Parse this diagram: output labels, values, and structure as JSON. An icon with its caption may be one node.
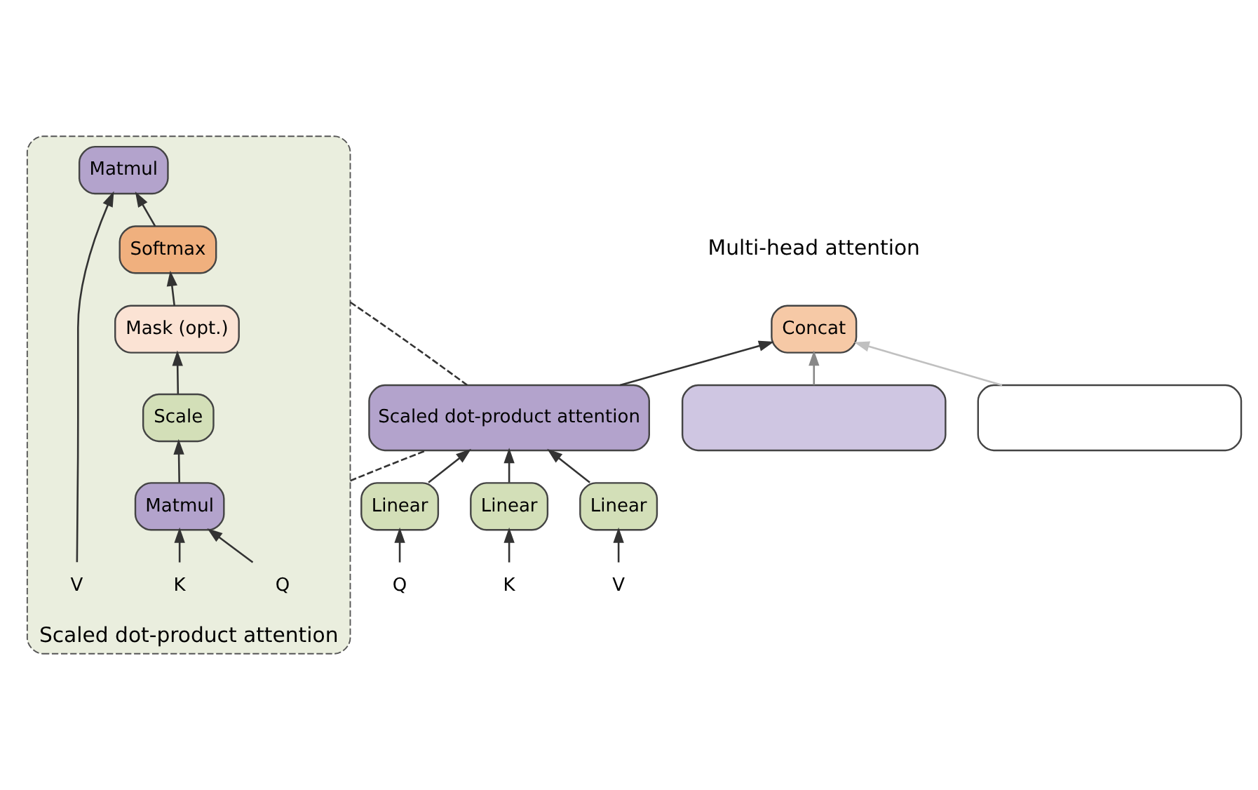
{
  "diagram": {
    "nodes": [
      {
        "text": [
          "Scaled dot-product attention"
        ]
      },
      {
        "text": [
          "Matmul"
        ],
        "in": 0
      },
      {
        "text": [
          "Softmax"
        ],
        "in": 0
      },
      {
        "text": [
          "Mask (opt.)"
        ],
        "in": 0
      },
      {
        "text": [
          "Scale"
        ],
        "in": 0
      },
      {
        "text": [
          "Matmul"
        ],
        "in": 0
      },
      {
        "text": [
          "Q"
        ],
        "in": 0
      },
      {
        "text": [
          "K"
        ],
        "in": 0
      },
      {
        "text": [
          "V"
        ],
        "in": 0
      },
      {
        "text": [
          "Concat"
        ]
      },
      {
        "text": [
          "Scaled dot-product attention"
        ]
      },
      {
        "text": [],
        "shape": "box"
      },
      {
        "text": [],
        "shape": "box"
      },
      {
        "text": [
          "Linear"
        ]
      },
      {
        "text": [
          "Linear"
        ]
      },
      {
        "text": [
          "Linear"
        ]
      },
      {
        "text": [
          "Q"
        ]
      },
      {
        "text": [
          "K"
        ]
      },
      {
        "text": [
          "V"
        ]
      }
    ],
    "edges": [
      {
        "from": 6,
        "to": 5,
        "arrow": "to"
      },
      {
        "from": 7,
        "to": 5,
        "arrow": "to"
      },
      {
        "from": 5,
        "to": 4,
        "arrow": "to"
      },
      {
        "from": 4,
        "to": 3,
        "arrow": "to"
      },
      {
        "from": 3,
        "to": 2,
        "arrow": "to"
      },
      {
        "from": 2,
        "to": 1,
        "arrow": "to"
      },
      {
        "from": 8,
        "to": 1,
        "arrow": "to"
      },
      {
        "from": 16,
        "to": 13,
        "arrow": "to"
      },
      {
        "from": 17,
        "to": 14,
        "arrow": "to"
      },
      {
        "from": 18,
        "to": 15,
        "arrow": "to"
      },
      {
        "from": 13,
        "to": 10,
        "arrow": "to"
      },
      {
        "from": 14,
        "to": 10,
        "arrow": "to"
      },
      {
        "from": 15,
        "to": 10,
        "arrow": "to"
      },
      {
        "from": 10,
        "to": 9,
        "arrow": "to"
      },
      {
        "from": 11,
        "to": 9,
        "arrow": "to",
        "color": "#888888"
      },
      {
        "from": 12,
        "to": 9,
        "arrow": "to",
        "color": "#c0c0c0"
      },
      {
        "from": 0,
        "to": 10,
        "arrow": "none",
        "style": "dashed"
      },
      {
        "from": 0,
        "to": 10,
        "arrow": "none",
        "style": "dashed"
      }
    ],
    "labels": [
      "Multi-head attention"
    ]
  }
}
